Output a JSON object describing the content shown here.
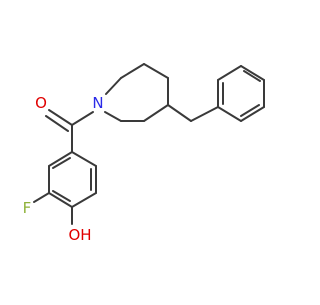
{
  "molecule": {
    "atoms": {
      "carbonyl_oxygen": "O",
      "piperidine_nitrogen": "N",
      "fluorine": "F",
      "hydroxyl": "OH"
    },
    "colors": {
      "bond": "#3a3a3a",
      "oxygen": "#e00000",
      "nitrogen": "#2a2ae8",
      "fluorine": "#8fb23a",
      "background": "#ffffff"
    }
  }
}
